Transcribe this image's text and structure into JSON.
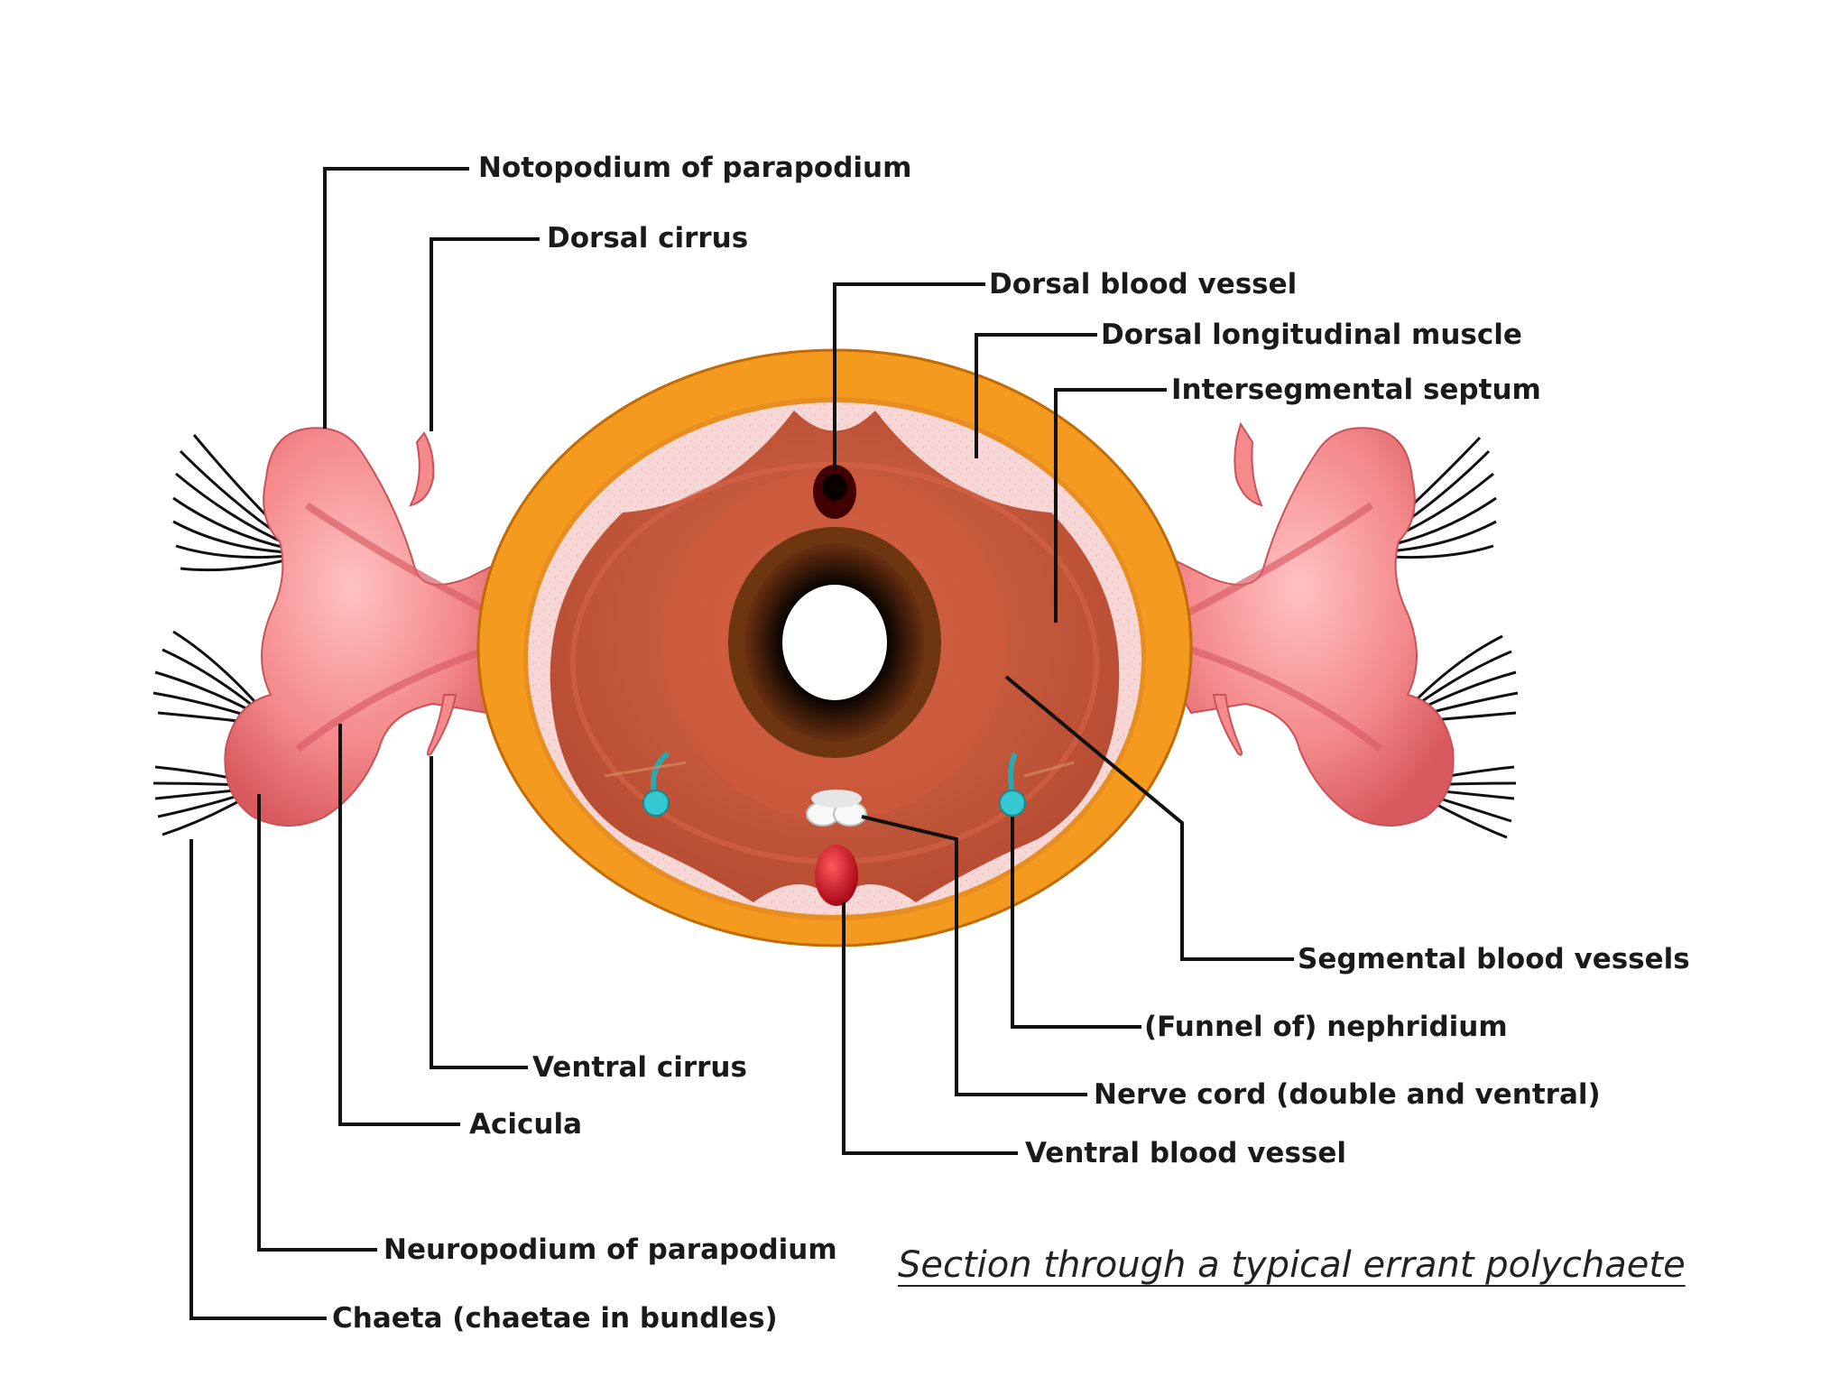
{
  "labels": {
    "notopodium": "Notopodium of parapodium",
    "dorsal_cirrus": "Dorsal cirrus",
    "dorsal_blood_vessel": "Dorsal blood vessel",
    "dorsal_longitudinal_muscle": "Dorsal longitudinal muscle",
    "intersegmental_septum": "Intersegmental septum",
    "segmental_blood_vessels": "Segmental blood vessels",
    "nephridium": "(Funnel of) nephridium",
    "nerve_cord": "Nerve cord (double and ventral)",
    "ventral_blood_vessel": "Ventral blood vessel",
    "ventral_cirrus": "Ventral cirrus",
    "acicula": "Acicula",
    "neuropodium": "Neuropodium of parapodium",
    "chaeta": "Chaeta (chaetae in bundles)"
  },
  "caption": "Section through a typical errant polychaete",
  "colors": {
    "cuticle": "#f39a1f",
    "cuticle_dark": "#e07c0a",
    "muscle": "#f6d3d3",
    "coelom": "#c8573a",
    "gut_ring": "#7a3a10",
    "parapodium": "#f2888a",
    "nephridium": "#35c8d0",
    "blood": "#c8101a",
    "nerve": "#f4f4f4"
  }
}
